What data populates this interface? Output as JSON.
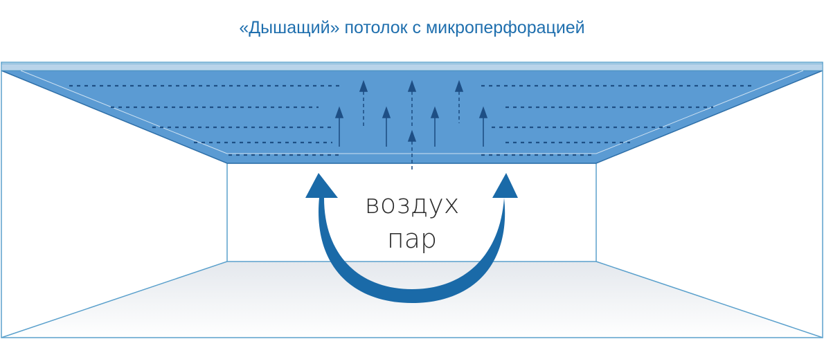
{
  "title": "«Дышащий» потолок с микроперфорацией",
  "labels": {
    "line1": "воздух",
    "line2": "пар"
  },
  "colors": {
    "title": "#1f6fae",
    "ceiling": "#5b9bd3",
    "ceiling_edge": "#2e6fa8",
    "perforation": "#1e4f85",
    "flow_arrow": "#1a6aa8",
    "room_outline": "#5aa0cc"
  }
}
